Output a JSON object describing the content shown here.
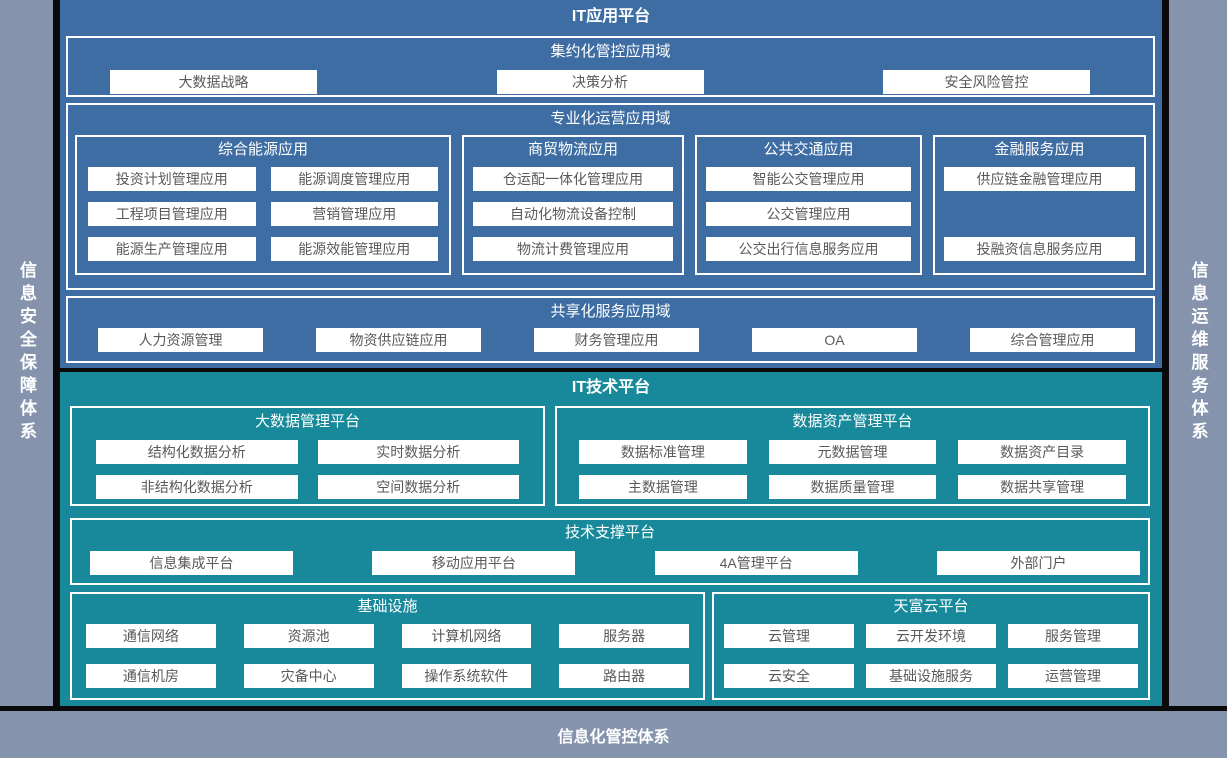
{
  "frame": {
    "left_label": "信息安全保障体系",
    "right_label": "信息运维服务体系",
    "bottom_label": "信息化管控体系"
  },
  "colors": {
    "background_gray": "#8594AC",
    "app_blue": "#3E6DA4",
    "tech_teal": "#17899B",
    "border_black": "#0a0a0a",
    "item_text": "#595959"
  },
  "app_platform": {
    "title": "IT应用平台",
    "domains": [
      {
        "title": "集约化管控应用域",
        "items": [
          "大数据战略",
          "决策分析",
          "安全风险管控"
        ]
      },
      {
        "title": "专业化运营应用域",
        "groups": [
          {
            "title": "综合能源应用",
            "items": [
              "投资计划管理应用",
              "能源调度管理应用",
              "工程项目管理应用",
              "营销管理应用",
              "能源生产管理应用",
              "能源效能管理应用"
            ]
          },
          {
            "title": "商贸物流应用",
            "items": [
              "仓运配一体化管理应用",
              "自动化物流设备控制",
              "物流计费管理应用"
            ]
          },
          {
            "title": "公共交通应用",
            "items": [
              "智能公交管理应用",
              "公交管理应用",
              "公交出行信息服务应用"
            ]
          },
          {
            "title": "金融服务应用",
            "items": [
              "供应链金融管理应用",
              "投融资信息服务应用"
            ]
          }
        ]
      },
      {
        "title": "共享化服务应用域",
        "items": [
          "人力资源管理",
          "物资供应链应用",
          "财务管理应用",
          "OA",
          "综合管理应用"
        ]
      }
    ]
  },
  "tech_platform": {
    "title": "IT技术平台",
    "groups": [
      {
        "title": "大数据管理平台",
        "items": [
          "结构化数据分析",
          "实时数据分析",
          "非结构化数据分析",
          "空间数据分析"
        ]
      },
      {
        "title": "数据资产管理平台",
        "items": [
          "数据标准管理",
          "元数据管理",
          "数据资产目录",
          "主数据管理",
          "数据质量管理",
          "数据共享管理"
        ]
      },
      {
        "title": "技术支撑平台",
        "items": [
          "信息集成平台",
          "移动应用平台",
          "4A管理平台",
          "外部门户"
        ]
      },
      {
        "title": "基础设施",
        "items": [
          "通信网络",
          "资源池",
          "计算机网络",
          "服务器",
          "通信机房",
          "灾备中心",
          "操作系统软件",
          "路由器"
        ]
      },
      {
        "title": "天富云平台",
        "items": [
          "云管理",
          "云开发环境",
          "服务管理",
          "云安全",
          "基础设施服务",
          "运营管理"
        ]
      }
    ]
  }
}
